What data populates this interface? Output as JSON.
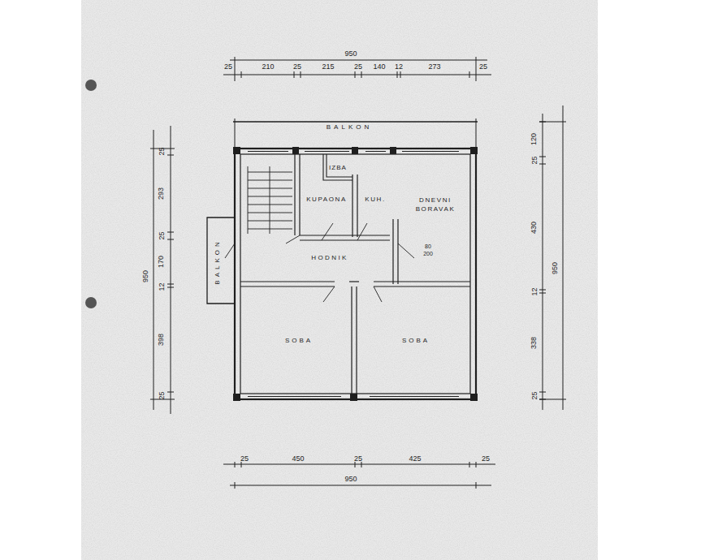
{
  "diagram": {
    "nodes": [
      {
        "text": [
          "BALKON"
        ]
      },
      {
        "text": [
          "BALKON"
        ]
      },
      {
        "text": [
          "IZBA"
        ]
      },
      {
        "text": [
          "KUPAONA"
        ]
      },
      {
        "text": [
          "KUH."
        ]
      },
      {
        "text": [
          "DNEVNI BORAVAK"
        ]
      },
      {
        "text": [
          "HODNIK"
        ]
      },
      {
        "text": [
          "SOBA"
        ]
      },
      {
        "text": [
          "SOBA"
        ]
      }
    ],
    "labels": [
      "950",
      "25",
      "210",
      "25",
      "215",
      "25",
      "140",
      "12",
      "273",
      "25",
      "950",
      "25",
      "293",
      "25",
      "170",
      "12",
      "398",
      "25",
      "950",
      "120",
      "25",
      "430",
      "12",
      "338",
      "25",
      "25",
      "450",
      "25",
      "425",
      "25",
      "950",
      "80",
      "200"
    ]
  }
}
